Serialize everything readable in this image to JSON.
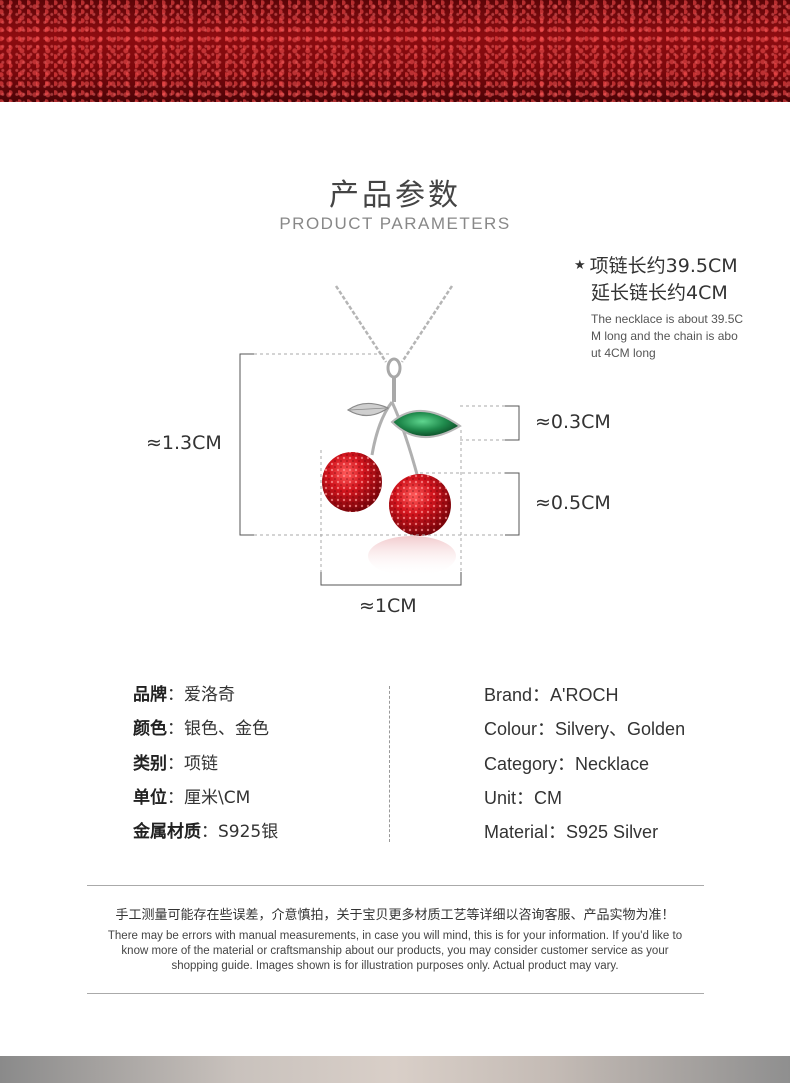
{
  "header": {
    "title_cn": "产品参数",
    "title_en": "PRODUCT PARAMETERS"
  },
  "note": {
    "line1": "项链长约39.5CM",
    "line2": "延长链长约4CM",
    "en": "The necklace is about 39.5CM long and  the chain is  about 4CM long",
    "star": "★"
  },
  "dimensions": {
    "height": "≈1.3CM",
    "leaf": "≈0.3CM",
    "cherry": "≈0.5CM",
    "width": "≈1CM"
  },
  "specs_cn": [
    {
      "key": "品牌",
      "sep": "：",
      "value": "爱洛奇"
    },
    {
      "key": "颜色",
      "sep": "：",
      "value": "银色、金色"
    },
    {
      "key": "类别",
      "sep": "：",
      "value": "项链"
    },
    {
      "key": "单位",
      "sep": "：",
      "value": "厘米\\CM"
    },
    {
      "key": "金属材质",
      "sep": "：",
      "value": "S925银"
    }
  ],
  "specs_en": [
    "Brand：A'ROCH",
    "Colour：Silvery、Golden",
    "Category：Necklace",
    "Unit：CM",
    "Material：S925 Silver"
  ],
  "disclaimer": {
    "cn": "手工测量可能存在些误差，介意慎拍，关于宝贝更多材质工艺等详细以咨询客服、产品实物为准！",
    "en": "There may be errors with manual measurements, in case you will mind, this is for your information. If you'd like to know more of the material or craftsmanship about our products, you may consider customer service as your shopping guide. Images shown is for illustration purposes only. Actual product may vary."
  },
  "colors": {
    "banner_red": "#8d0c10",
    "cherry_red": "#d3141d",
    "emerald": "#1f8a4c",
    "silver": "#b8b8b8"
  }
}
